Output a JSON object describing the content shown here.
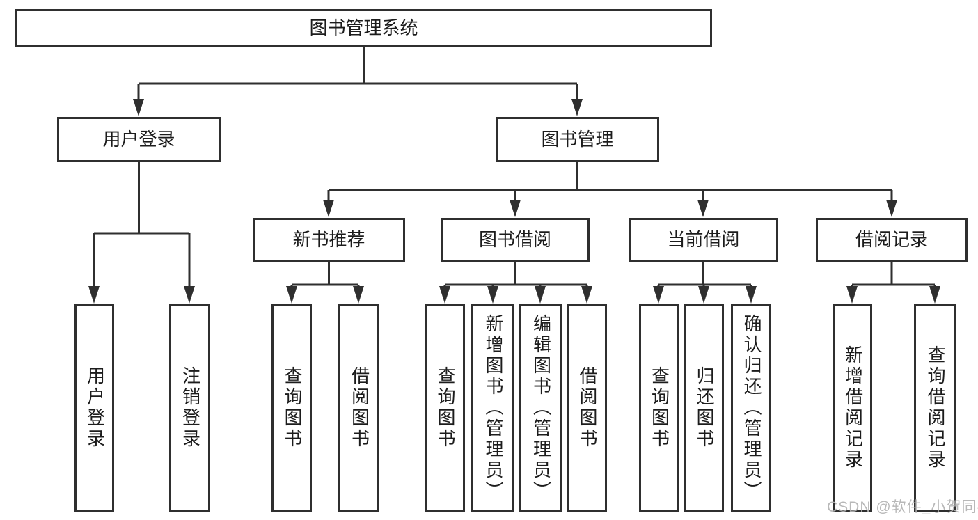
{
  "tree": {
    "root": {
      "label": "图书管理系统",
      "children": [
        {
          "label": "用户登录",
          "children": [
            {
              "label": "用户登录"
            },
            {
              "label": "注销登录"
            }
          ]
        },
        {
          "label": "图书管理",
          "children": [
            {
              "label": "新书推荐",
              "children": [
                {
                  "label": "查询图书"
                },
                {
                  "label": "借阅图书"
                }
              ]
            },
            {
              "label": "图书借阅",
              "children": [
                {
                  "label": "查询图书"
                },
                {
                  "label": "新增图书（管理员）"
                },
                {
                  "label": "编辑图书（管理员）"
                },
                {
                  "label": "借阅图书"
                }
              ]
            },
            {
              "label": "当前借阅",
              "children": [
                {
                  "label": "查询图书"
                },
                {
                  "label": "归还图书"
                },
                {
                  "label": "确认归还（管理员）"
                }
              ]
            },
            {
              "label": "借阅记录",
              "children": [
                {
                  "label": "新增借阅记录"
                },
                {
                  "label": "查询借阅记录"
                }
              ]
            }
          ]
        }
      ]
    }
  },
  "watermark": {
    "text": "CSDN @软件_小贺同学",
    "color": "#b3b3b3"
  },
  "colors": {
    "line": "#2f2f2f",
    "text": "#1c1c1c",
    "box_background": "#ffffff",
    "page_background": "#ffffff"
  }
}
